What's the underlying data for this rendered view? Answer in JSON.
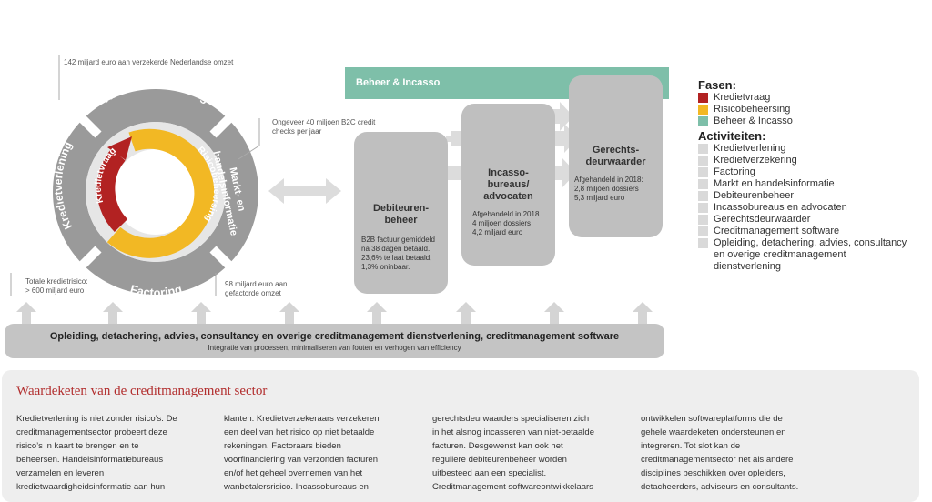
{
  "callouts": {
    "c142": "142 miljard euro aan verzekerde Nederlandse omzet",
    "c40_line1": "Ongeveer 40 miljoen B2C credit",
    "c40_line2": "checks per jaar",
    "ctot_line1": "Totale kredietrisico:",
    "ctot_line2": "> 600 miljard euro",
    "c98_line1": "98 miljard euro aan",
    "c98_line2": "gefactorde omzet"
  },
  "ring": {
    "top": "Kredietverzekering",
    "left": "Kredietverlening",
    "right_line1": "Markt- en",
    "right_line2": "handelsinformatie",
    "bottom": "Factoring",
    "red": "Kredietvraag",
    "yellow": "Risicobeheersing"
  },
  "banner": "Beheer & Incasso",
  "boxes": {
    "deb": {
      "title1": "Debiteuren-",
      "title2": "beheer",
      "t1": "B2B factuur gemiddeld",
      "t2": "na 38 dagen betaald.",
      "t3": "23,6% te laat betaald,",
      "t4": "1,3% oninbaar."
    },
    "inc": {
      "title1": "Incasso-",
      "title2": "bureaus/",
      "title3": "advocaten",
      "t1": "Afgehandeld in 2018",
      "t2": "4 miljoen dossiers",
      "t3": "4,2 miljard euro"
    },
    "ger": {
      "title1": "Gerechts-",
      "title2": "deurwaarder",
      "t1": "Afgehandeld in 2018:",
      "t2": "2,8 miljoen dossiers",
      "t3": "5,3 miljard euro"
    }
  },
  "bar": {
    "title": "Opleiding, detachering, advies, consultancy en overige creditmanagement dienstverlening, creditmanagement software",
    "subtitle": "Integratie van processen, minimaliseren van fouten en verhogen van efficiency"
  },
  "legend": {
    "fasen_title": "Fasen:",
    "fasen": [
      {
        "label": "Kredietvraag",
        "color": "#b22222"
      },
      {
        "label": "Risicobeheersing",
        "color": "#f2b824"
      },
      {
        "label": "Beheer & Incasso",
        "color": "#7ebfa9"
      }
    ],
    "act_title": "Activiteiten:",
    "activiteiten": [
      "Kredietverlening",
      "Kredietverzekering",
      "Factoring",
      "Markt en handelsinformatie",
      "Debiteurenbeheer",
      "Incassobureaus en advocaten",
      "Gerechtsdeurwaarder",
      "Creditmanagement software"
    ],
    "last_line1": "Opleiding, detachering, advies, consultancy",
    "last_line2": "en overige creditmanagement",
    "last_line3": "dienstverlening",
    "gray": "#d9d9d9"
  },
  "panel": {
    "title": "Waardeketen van de creditmanagement sector",
    "col1": [
      "Kredietverlening is niet zonder risico’s. De",
      "creditmanagementsector probeert deze",
      "risico’s in kaart te brengen en te",
      "beheersen. Handelsinformatiebureaus",
      "verzamelen en leveren",
      "kredietwaardigheidsinformatie aan hun"
    ],
    "col2": [
      "klanten. Kredietverzekeraars verzekeren",
      "een deel van het risico op niet betaalde",
      "rekeningen. Factoraars bieden",
      "voorfinanciering van verzonden facturen",
      "en/of het geheel overnemen van het",
      "wanbetalersrisico. Incassobureaus en"
    ],
    "col3": [
      "gerechtsdeurwaarders specialiseren zich",
      "in het alsnog incasseren van niet-betaalde",
      "facturen. Desgewenst kan ook het",
      "reguliere debiteurenbeheer worden",
      "uitbesteed aan een specialist.",
      "Creditmanagement softwareontwikkelaars"
    ],
    "col4": [
      "ontwikkelen softwareplatforms die de",
      "gehele waardeketen ondersteunen en",
      "integreren. Tot slot kan de",
      "creditmanagementsector net als andere",
      "disciplines beschikken over opleiders,",
      "detacheerders, adviseurs en consultants."
    ]
  }
}
